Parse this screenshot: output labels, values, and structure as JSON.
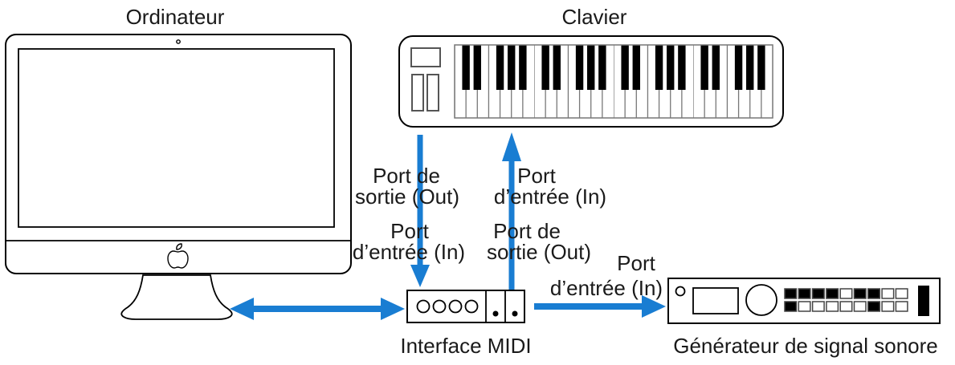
{
  "titles": {
    "computer": "Ordinateur",
    "keyboard": "Clavier",
    "midi_interface": "Interface MIDI",
    "sound_generator": "Générateur de signal sonore"
  },
  "port_labels": {
    "computer_out": {
      "line1": "Port de",
      "line2": "sortie (Out)"
    },
    "interface_in": {
      "line1": "Port",
      "line2": "d’entrée (In)"
    },
    "keyboard_in": {
      "line1": "Port",
      "line2": "d’entrée (In)"
    },
    "interface_out": {
      "line1": "Port de",
      "line2": "sortie (Out)"
    },
    "generator_in": {
      "line1": "Port",
      "line2": "d’entrée (In)"
    }
  },
  "colors": {
    "arrow_blue": "#197DD2",
    "outline": "#000000",
    "detail_gray": "#555555",
    "text": "#1A1A1A"
  },
  "generator_buttons": {
    "pattern": [
      [
        1,
        1,
        1,
        1,
        0,
        1,
        1,
        0,
        0
      ],
      [
        1,
        0,
        0,
        0,
        0,
        0,
        1,
        0,
        0
      ]
    ]
  }
}
